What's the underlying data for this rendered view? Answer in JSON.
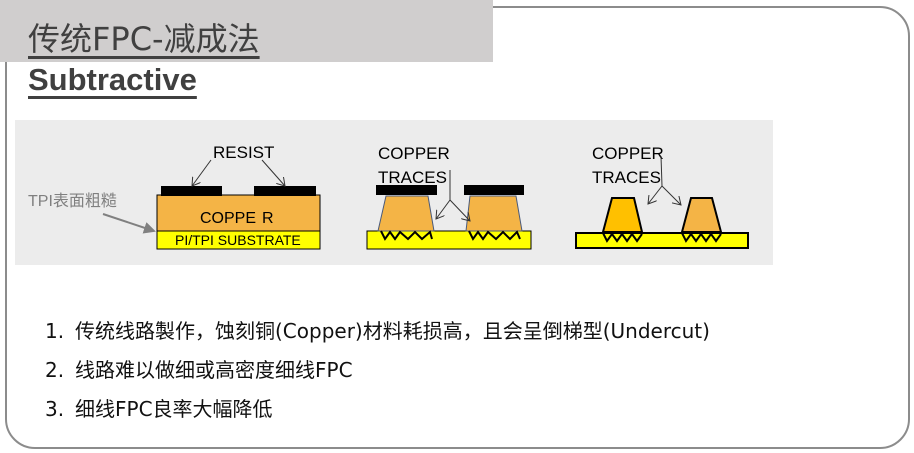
{
  "header": {
    "title": "传统FPC-减成法",
    "subtitle": "Subtractive"
  },
  "diagram": {
    "resist_label": "RESIST",
    "tpi_label": "TPI表面粗糙",
    "copper_label_1": "COPPE",
    "copper_label_2": "R",
    "substrate_label": "PI/TPI SUBSTRATE",
    "traces_label_a1": "COPPER",
    "traces_label_a2": "TRACES",
    "traces_label_b1": "COPPER",
    "traces_label_b2": "TRACES",
    "colors": {
      "copper": "#f4b446",
      "copper_gold": "#ffc000",
      "substrate": "#ffff00",
      "resist": "#000000",
      "background": "#ececec"
    }
  },
  "points": [
    {
      "num": "1.",
      "text": "传统线路製作，蚀刻铜(Copper)材料耗损高，且会呈倒梯型(Undercut)"
    },
    {
      "num": "2.",
      "text": "线路难以做细或高密度细线FPC"
    },
    {
      "num": "3.",
      "text": "细线FPC良率大幅降低"
    }
  ]
}
